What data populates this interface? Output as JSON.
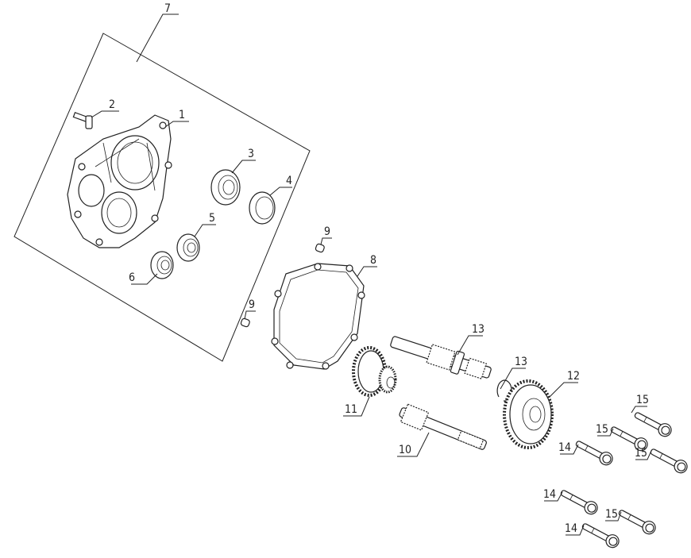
{
  "title": "Transmission case exploded parts diagram",
  "callouts": [
    "7",
    "2",
    "1",
    "3",
    "4",
    "5",
    "6",
    "9",
    "8",
    "9",
    "13",
    "13",
    "12",
    "11",
    "10",
    "15",
    "15",
    "14",
    "15",
    "14",
    "14",
    "15"
  ],
  "parts": [
    {
      "no": "1",
      "name": "transmission-case"
    },
    {
      "no": "2",
      "name": "breather-fitting"
    },
    {
      "no": "3",
      "name": "bearing"
    },
    {
      "no": "4",
      "name": "oil-seal"
    },
    {
      "no": "5",
      "name": "bearing"
    },
    {
      "no": "6",
      "name": "bearing"
    },
    {
      "no": "7",
      "name": "case-assembly-group"
    },
    {
      "no": "8",
      "name": "gasket"
    },
    {
      "no": "9",
      "name": "dowel-pin"
    },
    {
      "no": "10",
      "name": "drive-shaft"
    },
    {
      "no": "11",
      "name": "intermediate-gear"
    },
    {
      "no": "12",
      "name": "final-gear"
    },
    {
      "no": "13",
      "name": "output-shaft-and-circlip"
    },
    {
      "no": "14",
      "name": "flange-bolt"
    },
    {
      "no": "15",
      "name": "flange-bolt"
    }
  ]
}
